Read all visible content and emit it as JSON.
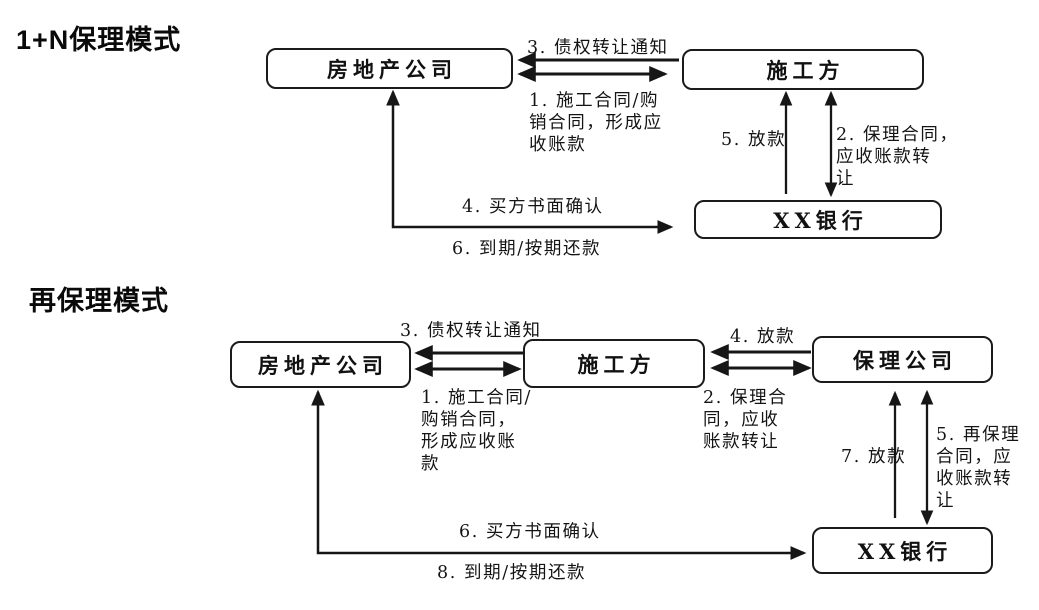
{
  "background": "#ffffff",
  "ink_color": "#161616",
  "d1": {
    "title": "1+N保理模式",
    "nodes": [
      {
        "id": "real-estate-company",
        "label": "房地产公司"
      },
      {
        "id": "contractor",
        "label": "施工方"
      },
      {
        "id": "bank",
        "label": "XX银行"
      }
    ],
    "edges": [
      {
        "label": "3. 债权转让通知",
        "from": "施工方",
        "to": "房地产公司",
        "arrows": "single"
      },
      {
        "label": "1. 施工合同/购\n销合同，形成应\n收账款",
        "from": "房地产公司",
        "to": "施工方",
        "arrows": "double"
      },
      {
        "label": "5. 放款",
        "from": "XX银行",
        "to": "施工方",
        "arrows": "single"
      },
      {
        "label": "2. 保理合同，\n应收账款转\n让",
        "from": "施工方",
        "to": "XX银行",
        "arrows": "double"
      },
      {
        "label": "4. 买方书面确认",
        "label2": "6. 到期/按期还款",
        "from": "房地产公司",
        "to": "XX银行",
        "arrows": "double"
      }
    ]
  },
  "d2": {
    "title": "再保理模式",
    "nodes": [
      {
        "id": "real-estate-company",
        "label": "房地产公司"
      },
      {
        "id": "contractor",
        "label": "施工方"
      },
      {
        "id": "factoring-company",
        "label": "保理公司"
      },
      {
        "id": "bank",
        "label": "XX银行"
      }
    ],
    "edges": [
      {
        "label": "3. 债权转让通知",
        "from": "施工方",
        "to": "房地产公司",
        "arrows": "single"
      },
      {
        "label": "1. 施工合同/\n购销合同，\n形成应收账\n款",
        "from": "房地产公司",
        "to": "施工方",
        "arrows": "double"
      },
      {
        "label": "4. 放款",
        "from": "保理公司",
        "to": "施工方",
        "arrows": "single"
      },
      {
        "label": "2. 保理合\n同，应收\n账款转让",
        "from": "施工方",
        "to": "保理公司",
        "arrows": "double"
      },
      {
        "label": "7. 放款",
        "from": "XX银行",
        "to": "保理公司",
        "arrows": "single"
      },
      {
        "label": "5. 再保理\n合同，应\n收账款转\n让",
        "from": "保理公司",
        "to": "XX银行",
        "arrows": "double"
      },
      {
        "label": "6. 买方书面确认",
        "label2": "8. 到期/按期还款",
        "from": "房地产公司",
        "to": "XX银行",
        "arrows": "double"
      }
    ]
  }
}
